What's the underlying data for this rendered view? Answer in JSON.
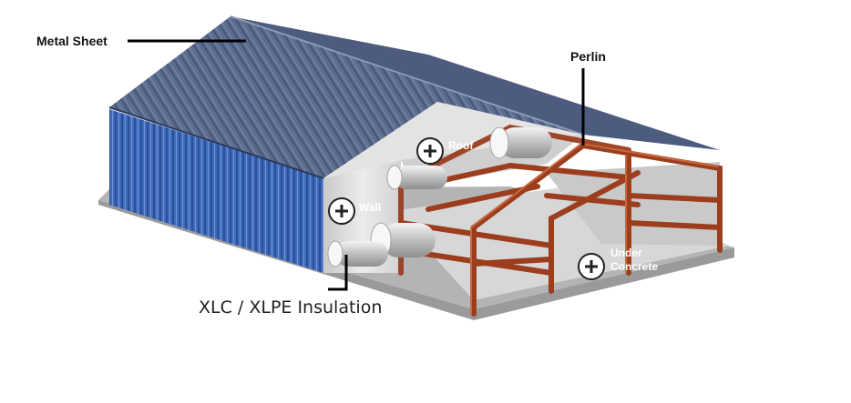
{
  "labels": {
    "metal_sheet": "Metal Sheet",
    "perlin": "Perlin",
    "insulation": "XLC / XLPE Insulation"
  },
  "markers": {
    "roof": "Roof",
    "wall": "Wall",
    "under_concrete_line1": "Under",
    "under_concrete_line2": "Concrete"
  },
  "icons": [
    "plus-circle-icon"
  ],
  "colors": {
    "roof_panel": "#5a6a8c",
    "wall_panel": "#3f68b8",
    "steel_frame": "#a0401f",
    "insulation": "#dcdcdc",
    "slab": "#9a9a9a"
  }
}
